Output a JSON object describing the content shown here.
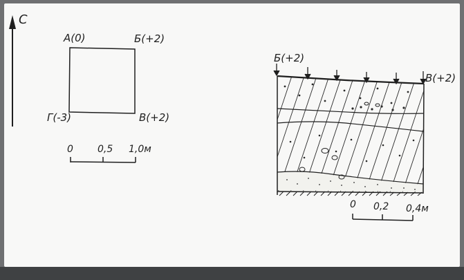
{
  "north_label": "С",
  "plan": {
    "corners": {
      "a": "А(0)",
      "b": "Б(+2)",
      "c": "В(+2)",
      "d": "Г(-3)"
    },
    "scale": {
      "ticks": [
        "0",
        "0,5",
        "1,0м"
      ]
    }
  },
  "section": {
    "left_label": "Б(+2)",
    "right_label": "В(+2)",
    "scale": {
      "ticks": [
        "0",
        "0,2",
        "0,4м"
      ]
    }
  },
  "colors": {
    "ink": "#1f1f1f",
    "paper": "#f8f8f7",
    "frame": "#6f7072"
  }
}
